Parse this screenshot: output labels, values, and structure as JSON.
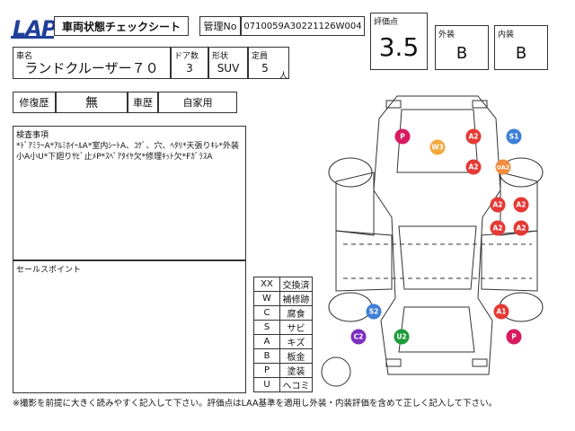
{
  "logo": "LAP",
  "sheet_title": "車両状態チェックシート",
  "management": {
    "label": "管理No",
    "value": "0710059A30221126W004"
  },
  "rating": {
    "label": "評価点",
    "value": "3.5"
  },
  "exterior": {
    "label": "外装",
    "value": "B"
  },
  "interior": {
    "label": "内装",
    "value": "B"
  },
  "vehicle": {
    "name_label": "車名",
    "name": "ランドクルーザー７０",
    "doors_label": "ドア数",
    "doors": "3",
    "shape_label": "形状",
    "shape": "SUV",
    "capacity_label": "定員",
    "capacity": "5",
    "capacity_unit": "人"
  },
  "history": {
    "repair_label": "修復歴",
    "repair_value": "無",
    "usage_label": "車歴",
    "usage_value": "自家用"
  },
  "inspection": {
    "label": "検査事項",
    "text": "*ﾄﾞｱﾐﾗｰA*ｱﾙﾐﾎｲｰﾙA*室内ｼｰﾄA、ｺｹﾞ、穴、ﾍﾀﾘ*天張りｷﾚ*外装小A小U*下廻りｻﾋﾞ止ﾒP*ｽﾍﾟｱﾀｲﾔ欠*修理ｷｯﾄ欠*FｶﾞﾗｽA"
  },
  "sales_point": {
    "label": "セールスポイント"
  },
  "legend": [
    {
      "code": "XX",
      "desc": "交換済"
    },
    {
      "code": "W",
      "desc": "補修跡"
    },
    {
      "code": "C",
      "desc": "腐食"
    },
    {
      "code": "S",
      "desc": "サビ"
    },
    {
      "code": "A",
      "desc": "キズ"
    },
    {
      "code": "B",
      "desc": "板金"
    },
    {
      "code": "P",
      "desc": "塗装"
    },
    {
      "code": "U",
      "desc": "ヘコミ"
    }
  ],
  "marks": [
    {
      "id": "P-1",
      "label": "P",
      "color": "#d81b60"
    },
    {
      "id": "A2-1",
      "label": "A2",
      "color": "#e53935"
    },
    {
      "id": "S1-1",
      "label": "S1",
      "color": "#3f7fd6"
    },
    {
      "id": "W3-1",
      "label": "W3",
      "color": "#f2a93b"
    },
    {
      "id": "A2-2",
      "label": "A2",
      "color": "#e53935"
    },
    {
      "id": "UA2-1",
      "label": "UA2",
      "color": "#f08c3e"
    },
    {
      "id": "A2-3",
      "label": "A2",
      "color": "#e53935"
    },
    {
      "id": "A2-4",
      "label": "A2",
      "color": "#e53935"
    },
    {
      "id": "A2-5",
      "label": "A2",
      "color": "#e53935"
    },
    {
      "id": "A2-6",
      "label": "A2",
      "color": "#e53935"
    },
    {
      "id": "S2-1",
      "label": "S2",
      "color": "#3f7fd6"
    },
    {
      "id": "A1-1",
      "label": "A1",
      "color": "#e53935"
    },
    {
      "id": "C2-1",
      "label": "C2",
      "color": "#7b2fbf"
    },
    {
      "id": "U2-1",
      "label": "U2",
      "color": "#1f9a3a"
    },
    {
      "id": "P-2",
      "label": "P",
      "color": "#d81b60"
    }
  ],
  "footer": "※撮影を前提に大きく読みやすく記入して下さい。評価点はLAA基準を適用し外装・内装評価を含めて正しく記入して下さい。"
}
